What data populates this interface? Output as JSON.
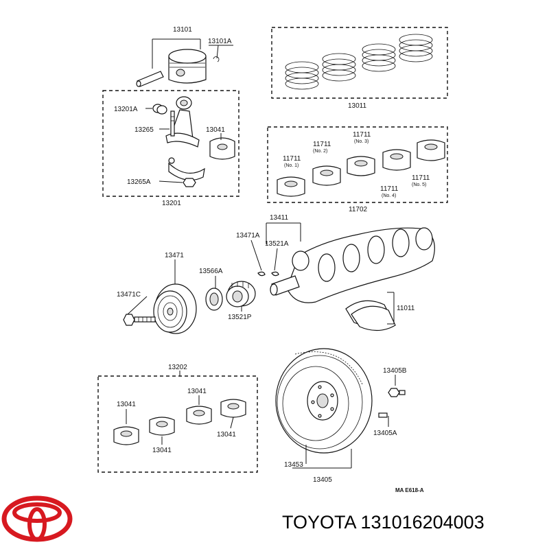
{
  "labels": {
    "piston": "13101",
    "piston_pin_clip": "13101A",
    "rod_bushing": "13201A",
    "rod_bolt": "13265",
    "rod_bearing_1": "13041",
    "rod_nut": "13265A",
    "rod_assy": "13201",
    "ring_set": "13011",
    "main_b1": "11711",
    "main_b1_no": "(No. 1)",
    "main_b2": "11711",
    "main_b2_no": "(No. 2)",
    "main_b3": "11711",
    "main_b3_no": "(No. 3)",
    "main_b4": "11711",
    "main_b4_no": "(No. 4)",
    "main_b5": "11711",
    "main_b5_no": "(No. 5)",
    "main_set": "11702",
    "crankshaft": "13411",
    "key_a": "13471A",
    "key_b": "13521A",
    "pulley": "13471",
    "pulley_bolt": "13471C",
    "spacer": "13566A",
    "gear": "13521P",
    "thrust_washer": "11011",
    "rod_bearing_set": "13202",
    "rb_a": "13041",
    "rb_b": "13041",
    "rb_c": "13041",
    "rb_d": "13041",
    "flywheel_bolt": "13405B",
    "flywheel_pin": "13405A",
    "ring_gear": "13453",
    "flywheel": "13405",
    "drawing_code": "MA  E618-A"
  },
  "footer": {
    "brand_text": "TOYOTA 131016204003",
    "logo": "toyota-logo-icon",
    "logo_color": "#d71920"
  }
}
